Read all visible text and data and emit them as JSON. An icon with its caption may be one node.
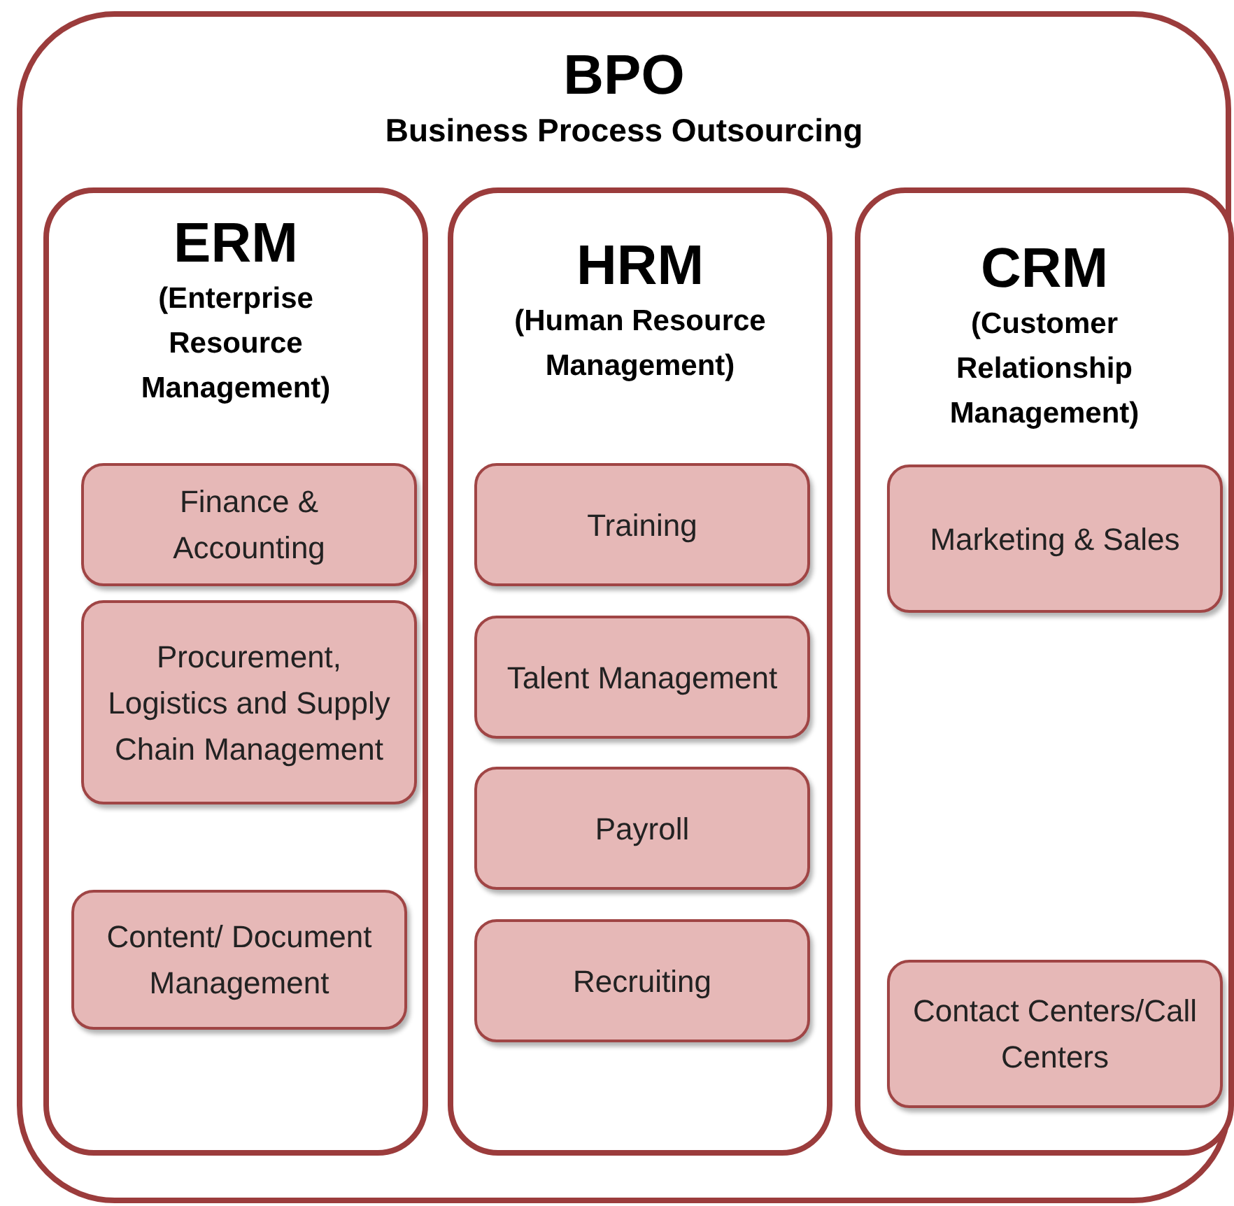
{
  "diagram": {
    "nodes": [
      {
        "text": [
          "BPO",
          "Business Process Outsourcing"
        ]
      },
      {
        "text": [
          "ERM",
          "(Enterprise Resource Management)"
        ],
        "in": 0
      },
      {
        "text": [
          "Finance & Accounting"
        ],
        "in": 1
      },
      {
        "text": [
          "Procurement, Logistics and Supply Chain Management"
        ],
        "in": 1
      },
      {
        "text": [
          "Content/ Document Management"
        ],
        "in": 1
      },
      {
        "text": [
          "HRM",
          "(Human Resource Management)"
        ],
        "in": 0
      },
      {
        "text": [
          "Training"
        ],
        "in": 5
      },
      {
        "text": [
          "Talent Management"
        ],
        "in": 5
      },
      {
        "text": [
          "Payroll"
        ],
        "in": 5
      },
      {
        "text": [
          "Recruiting"
        ],
        "in": 5
      },
      {
        "text": [
          "CRM",
          "(Customer Relationship Management)"
        ],
        "in": 0
      },
      {
        "text": [
          "Marketing & Sales"
        ],
        "in": 10
      },
      {
        "text": [
          "Contact Centers/Call Centers"
        ],
        "in": 10
      }
    ]
  }
}
